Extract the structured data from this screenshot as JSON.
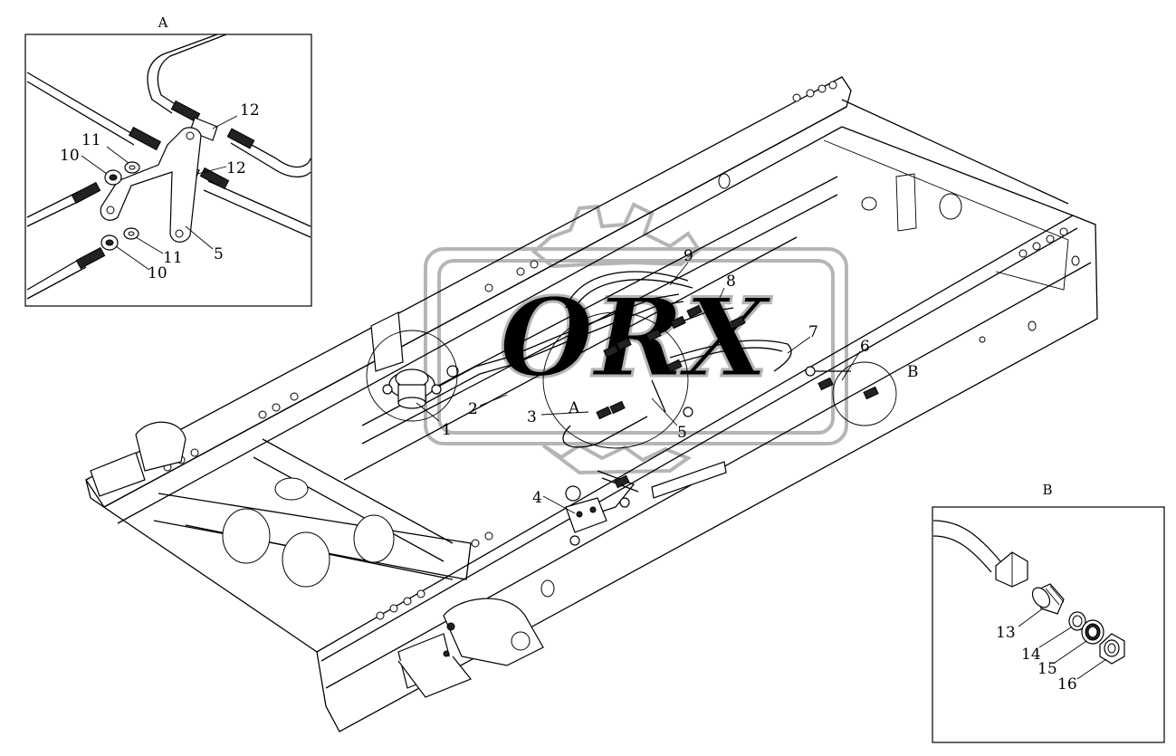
{
  "inset_a": {
    "label": "A"
  },
  "inset_b": {
    "label": "B"
  },
  "main_view": {
    "detail_a_label": "A",
    "detail_b_label": "B"
  },
  "callouts": {
    "main": [
      "1",
      "2",
      "3",
      "4",
      "5",
      "6",
      "7",
      "8",
      "9"
    ],
    "inset_a": [
      "12",
      "11",
      "10",
      "12",
      "5",
      "11",
      "10"
    ],
    "inset_b": [
      "13",
      "14",
      "15",
      "16"
    ]
  },
  "watermark": {
    "text": "ORX"
  },
  "colors": {
    "line": "#000000",
    "background": "#ffffff",
    "watermark": "#b5b5b5"
  }
}
